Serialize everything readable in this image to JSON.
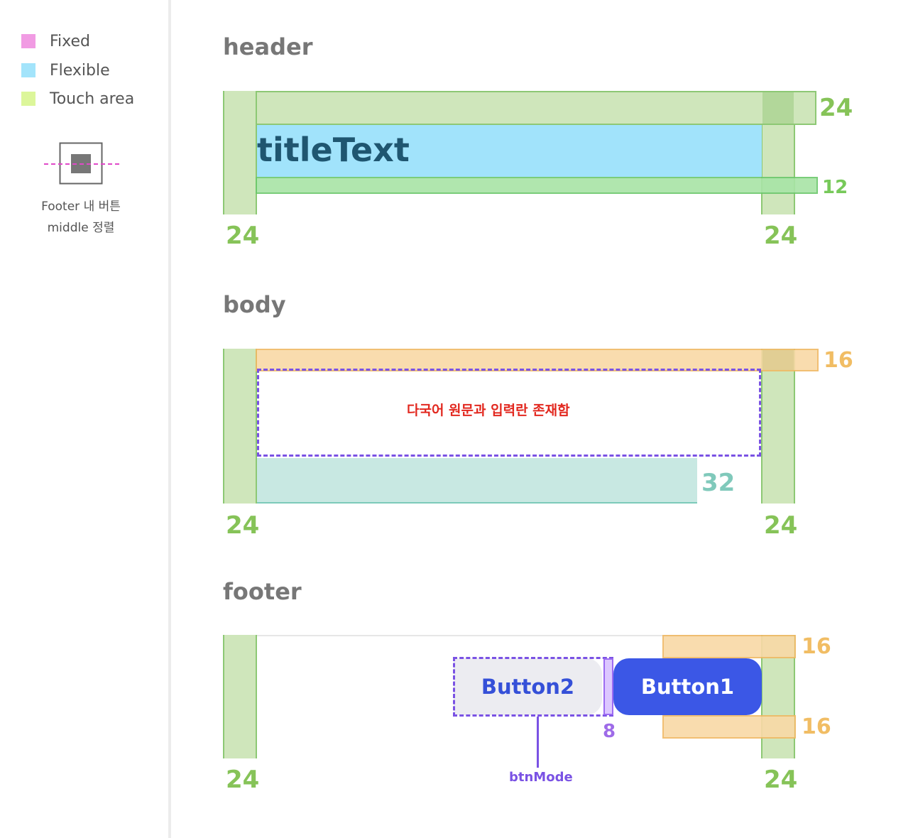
{
  "legend": {
    "items": [
      {
        "label": "Fixed",
        "color": "#f19be3"
      },
      {
        "label": "Flexible",
        "color": "#a3e4fb"
      },
      {
        "label": "Touch area",
        "color": "#dcf69a"
      }
    ],
    "note_line1": "Footer 내 버튼",
    "note_line2": "middle 정렬"
  },
  "header": {
    "title": "header",
    "title_text": "titleText",
    "top_spacing": "24",
    "bottom_spacing": "12",
    "left_spacing": "24",
    "right_spacing": "24"
  },
  "body": {
    "title": "body",
    "content_note": "다국어 원문과 입력란 존재함",
    "top_spacing": "16",
    "bottom_spacing": "32",
    "left_spacing": "24",
    "right_spacing": "24"
  },
  "footer": {
    "title": "footer",
    "button1": "Button1",
    "button2": "Button2",
    "button_gap": "8",
    "top_spacing": "16",
    "bottom_spacing": "16",
    "left_spacing": "24",
    "right_spacing": "24",
    "callout": "btnMode"
  }
}
